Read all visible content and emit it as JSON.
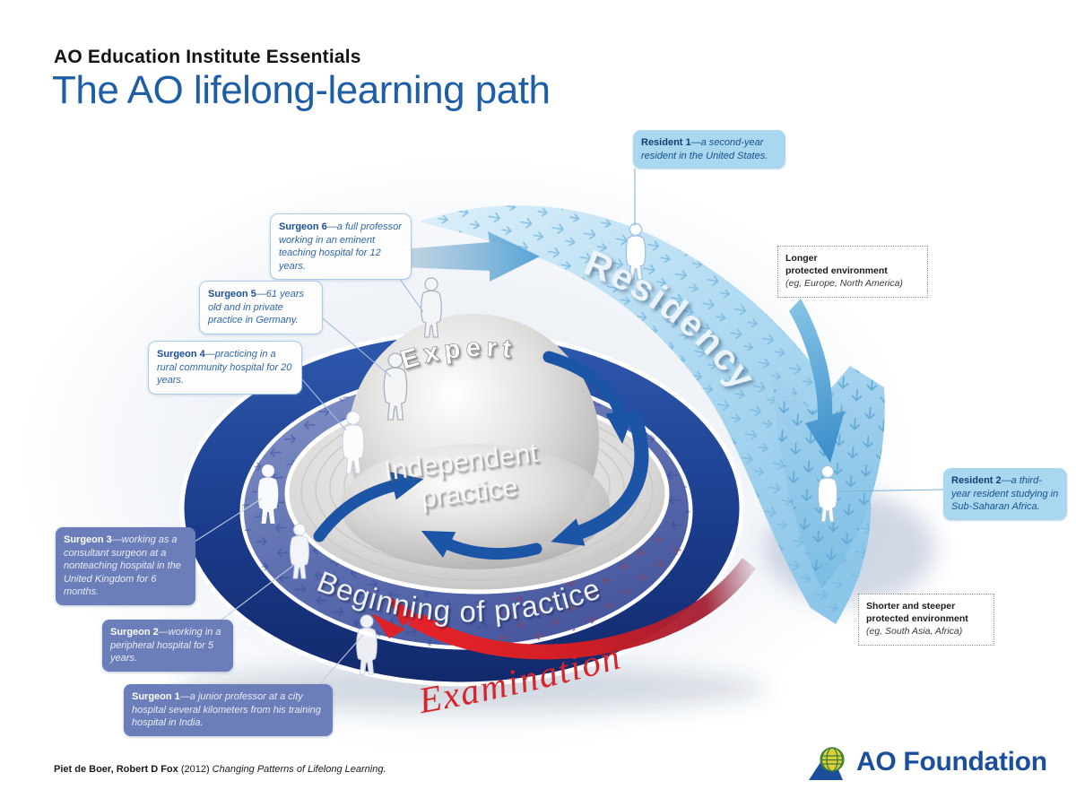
{
  "header": {
    "eyebrow": "AO Education Institute Essentials",
    "title": "The AO lifelong-learning path"
  },
  "diagram": {
    "residency": "Residency",
    "expert": "Expert",
    "independent_line1": "Independent",
    "independent_line2": "practice",
    "beginning": "Beginning of practice",
    "examination": "Examination"
  },
  "callouts": [
    {
      "id": "resident-1",
      "name": "Resident 1",
      "desc": "—a second-year resident in the United States.",
      "style": "light-blue"
    },
    {
      "id": "surgeon-6",
      "name": "Surgeon 6",
      "desc": "—a full professor working in an eminent teaching hospital for 12 years.",
      "style": "white"
    },
    {
      "id": "surgeon-5",
      "name": "Surgeon 5",
      "desc": "—61 years old and in private practice in Germany.",
      "style": "white"
    },
    {
      "id": "surgeon-4",
      "name": "Surgeon 4",
      "desc": "—practicing in a rural community hospital for 20 years.",
      "style": "white"
    },
    {
      "id": "surgeon-3",
      "name": "Surgeon 3",
      "desc": "—working as a consultant surgeon at a nonteaching hospital in the United Kingdom for 6 months.",
      "style": "slate"
    },
    {
      "id": "surgeon-2",
      "name": "Surgeon 2",
      "desc": "—working in a peripheral hospital for 5 years.",
      "style": "slate"
    },
    {
      "id": "surgeon-1",
      "name": "Surgeon 1",
      "desc": "—a junior professor at a city hospital several kilometers from his training hospital in India.",
      "style": "slate"
    },
    {
      "id": "resident-2",
      "name": "Resident 2",
      "desc": "—a third-year resident studying in Sub-Saharan Africa.",
      "style": "light-blue"
    }
  ],
  "notes": [
    {
      "line1": "Longer",
      "line2": "protected environment",
      "sub": "(eg, Europe, North America)"
    },
    {
      "line1": "Shorter and steeper",
      "line2": "protected environment",
      "sub": "(eg, South Asia, Africa)"
    }
  ],
  "footer": {
    "authors": "Piet de Boer, Robert D Fox",
    "year": "(2012)",
    "work": "Changing Patterns of Lifelong Learning."
  },
  "logo": {
    "name": "AO Foundation"
  },
  "colors": {
    "title_blue": "#1e5ea6",
    "navy_ring": "#16357e",
    "slate_band": "#5a6cae",
    "light_blue_band": "#a9d7f0",
    "callout_slate": "#6c7eb9",
    "examination_red": "#d6242b",
    "logo_blue": "#1b4f9c"
  }
}
